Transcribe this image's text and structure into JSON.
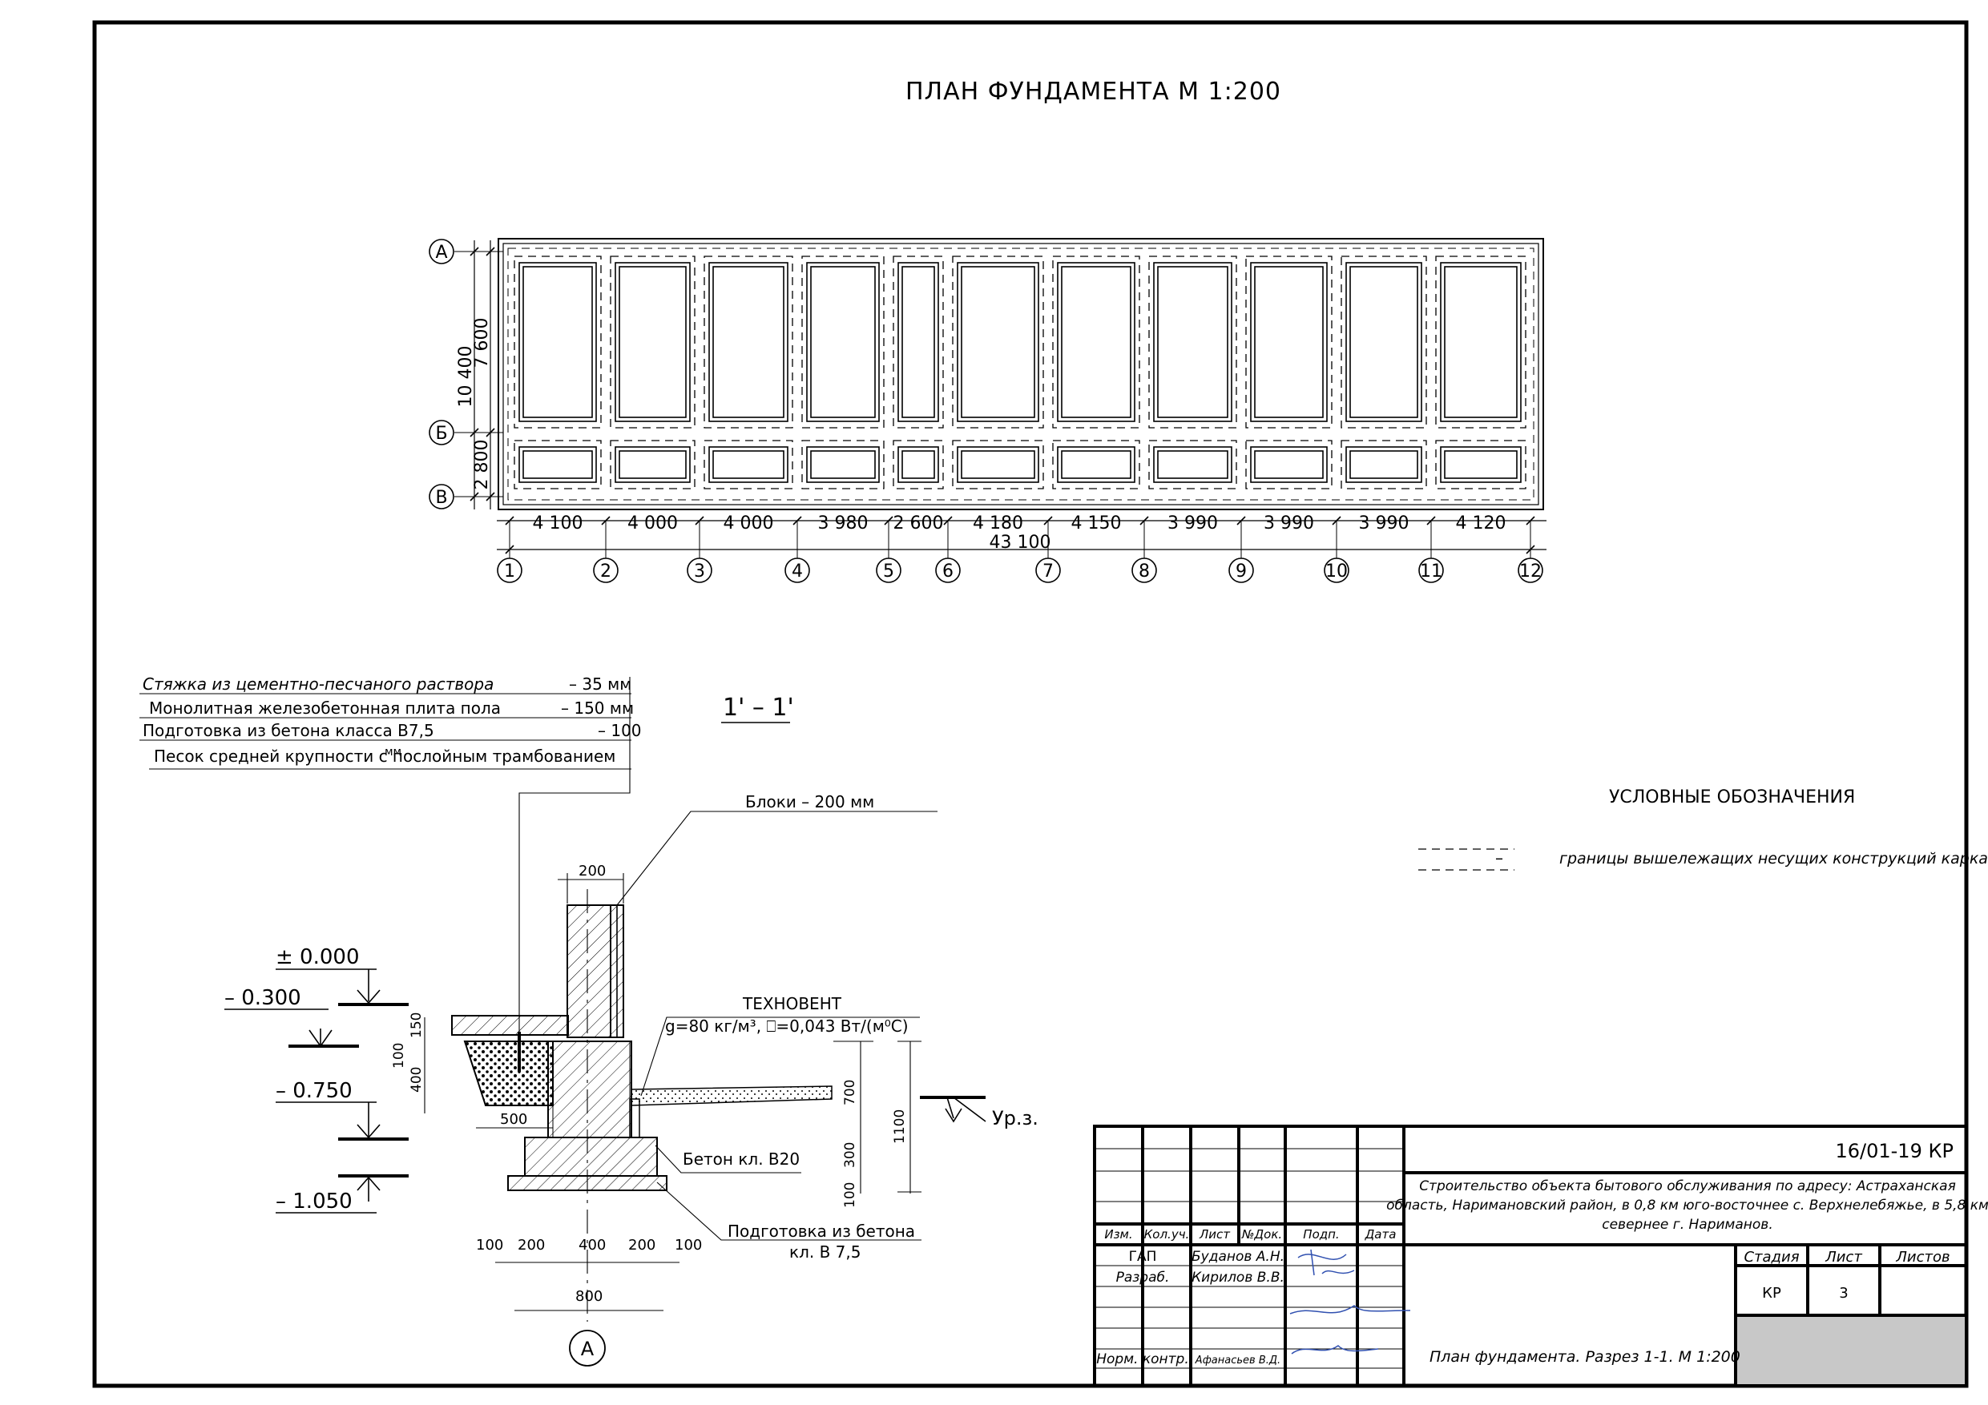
{
  "plan": {
    "title": "ПЛАН  ФУНДАМЕНТА М 1:200",
    "row_axes": [
      "А",
      "Б",
      "В"
    ],
    "col_axes": [
      "1",
      "2",
      "3",
      "4",
      "5",
      "6",
      "7",
      "8",
      "9",
      "10",
      "11",
      "12"
    ],
    "spans": [
      "4 100",
      "4 000",
      "4 000",
      "3 980",
      "2 600",
      "4 180",
      "4 150",
      "3 990",
      "3 990",
      "3 990",
      "4 120"
    ],
    "total": "43 100",
    "dim_overall_v": "10 400",
    "dim_ab": "7 600",
    "dim_bv": "2 800"
  },
  "section": {
    "title": "1' – 1'",
    "axis": "А",
    "layers": [
      {
        "text": "Стяжка из цементно-песчаного раствора",
        "value": "– 35 мм"
      },
      {
        "text": "Монолитная железобетонная плита пола",
        "value": "– 150 мм"
      },
      {
        "text": "Подготовка из бетона класса В7,5",
        "value": "– 100"
      },
      {
        "text": "Песок средней крупности с послойным трамбованием",
        "value": "мм"
      }
    ],
    "blocks_label": "Блоки – 200 мм",
    "insulation_title": "ТЕХНОВЕНТ",
    "insulation_props": "g=80 кг/м³, ⎕=0,043 Вт/(м⁰С)",
    "concrete_label": "Бетон кл. В20",
    "prep_label_1": "Подготовка из бетона",
    "prep_label_2": "кл. В 7,5",
    "ground_label": "Ур.з.",
    "levels": [
      "± 0.000",
      "– 0.300",
      "– 0.750",
      "– 1.050"
    ],
    "dims": {
      "top": "200",
      "d150": "150",
      "d100a": "100",
      "d400v": "400",
      "d500": "500",
      "d700": "700",
      "d1100": "1100",
      "d300": "300",
      "d100b": "100",
      "bottom": [
        "100",
        "200",
        "400",
        "200",
        "100"
      ],
      "d800": "800"
    }
  },
  "legend": {
    "title": "УСЛОВНЫЕ ОБОЗНАЧЕНИЯ",
    "dash": "–",
    "item": "границы вышележащих несущих конструкций каркаса"
  },
  "stamp": {
    "code": "16/01-19 КР",
    "project_lines": [
      "Строительство объекта бытового обслуживания по адресу: Астраханская",
      "область, Наримановский район, в 0,8 км юго-восточнее с. Верхнелебяжье, в 5,8 км",
      "севернее г. Нариманов."
    ],
    "headers": [
      "Изм.",
      "Кол.уч.",
      "Лист",
      "№Док.",
      "Подп.",
      "Дата"
    ],
    "roles": [
      "ГАП",
      "Разраб.",
      "Норм. контр."
    ],
    "names": [
      "Буданов А.Н.",
      "Кирилов В.В.",
      "Афанасьев В.Д."
    ],
    "stage_label": "Стадия",
    "sheet_label": "Лист",
    "sheets_label": "Листов",
    "stage": "КР",
    "sheet": "3",
    "sheets": "",
    "drawing_title": "План фундамента. Разрез 1-1.  М 1:200"
  }
}
